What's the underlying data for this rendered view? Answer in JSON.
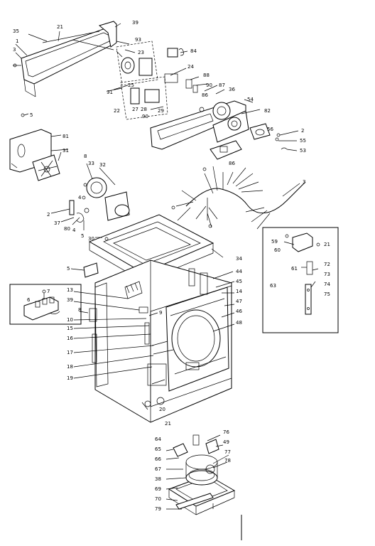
{
  "labels": {
    "l35": "35",
    "l21a": "21",
    "l39a": "39",
    "l1": "1",
    "l3": "3",
    "l93": "93",
    "l23": "23",
    "l84": "84",
    "l24": "24",
    "l88": "88",
    "l90a": "90",
    "l87": "87",
    "l36": "36",
    "l25": "25",
    "l91": "91",
    "l22": "22",
    "l27": "27",
    "l28": "28",
    "l90b": "90",
    "l29": "29",
    "l86a": "86",
    "l54": "54",
    "l82": "82",
    "l5a": "5",
    "l56": "56",
    "l2a": "2",
    "l55": "55",
    "l53": "53",
    "l86b": "86",
    "l81": "81",
    "l31": "31",
    "l8a": "8",
    "l33": "33",
    "l32": "32",
    "l4a": "4",
    "l2b": "2",
    "l37": "37",
    "l80": "80",
    "l4b": "4",
    "l5b": "5",
    "l30": "30",
    "l34": "34",
    "l44": "44",
    "l45": "45",
    "l14": "14",
    "l47": "47",
    "l46": "46",
    "l48": "48",
    "l5c": "5",
    "l13": "13",
    "l39b": "39",
    "l9": "9",
    "l8b": "8",
    "l10": "10",
    "l15": "15",
    "l16": "16",
    "l17": "17",
    "l18": "18",
    "l19": "19",
    "l20": "20",
    "l21b": "21",
    "l7": "7",
    "l6": "6",
    "l59": "59",
    "l21c": "21",
    "l60": "60",
    "l72": "72",
    "l61": "61",
    "l73": "73",
    "l63": "63",
    "l74": "74",
    "l75": "75",
    "l64": "64",
    "l76": "76",
    "l65": "65",
    "l49": "49",
    "l66": "66",
    "l77": "77",
    "l67": "67",
    "l78": "78",
    "l38": "38",
    "l69": "69",
    "l70": "70",
    "l79": "79",
    "l3b": "3"
  }
}
